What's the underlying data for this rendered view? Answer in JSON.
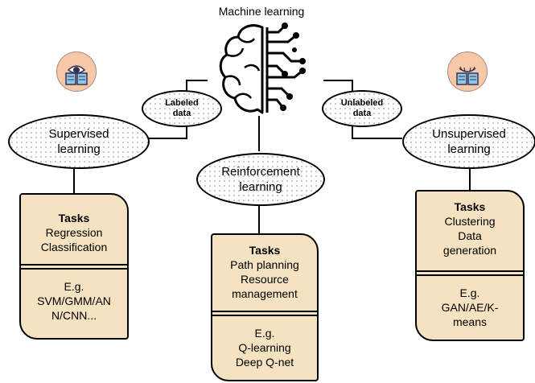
{
  "title": "Machine learning",
  "nodes": {
    "supervised": "Supervised learning",
    "reinforcement": "Reinforcement learning",
    "unsupervised": "Unsupervised learning",
    "labeled": "Labeled data",
    "unlabeled": "Unlabeled data"
  },
  "cards": {
    "supervised": {
      "tasks_title": "Tasks",
      "tasks": [
        "Regression",
        "Classification"
      ],
      "eg_title": "E.g.",
      "examples": [
        "SVM/GMM/AN",
        "N/CNN..."
      ]
    },
    "reinforcement": {
      "tasks_title": "Tasks",
      "tasks": [
        "Path planning",
        "Resource",
        "management"
      ],
      "eg_title": "E.g.",
      "examples": [
        "Q-learning",
        "Deep Q-net"
      ]
    },
    "unsupervised": {
      "tasks_title": "Tasks",
      "tasks": [
        "Clustering",
        "Data",
        "generation"
      ],
      "eg_title": "E.g.",
      "examples": [
        "GAN/AE/K-",
        "means"
      ]
    }
  },
  "icons": [
    "eye-book-icon",
    "brain-circuit-icon",
    "closed-eye-book-icon"
  ],
  "colors": {
    "card_fill": "#f4e2c0",
    "icon_fill": "#f6c8a8",
    "line": "#000000"
  }
}
